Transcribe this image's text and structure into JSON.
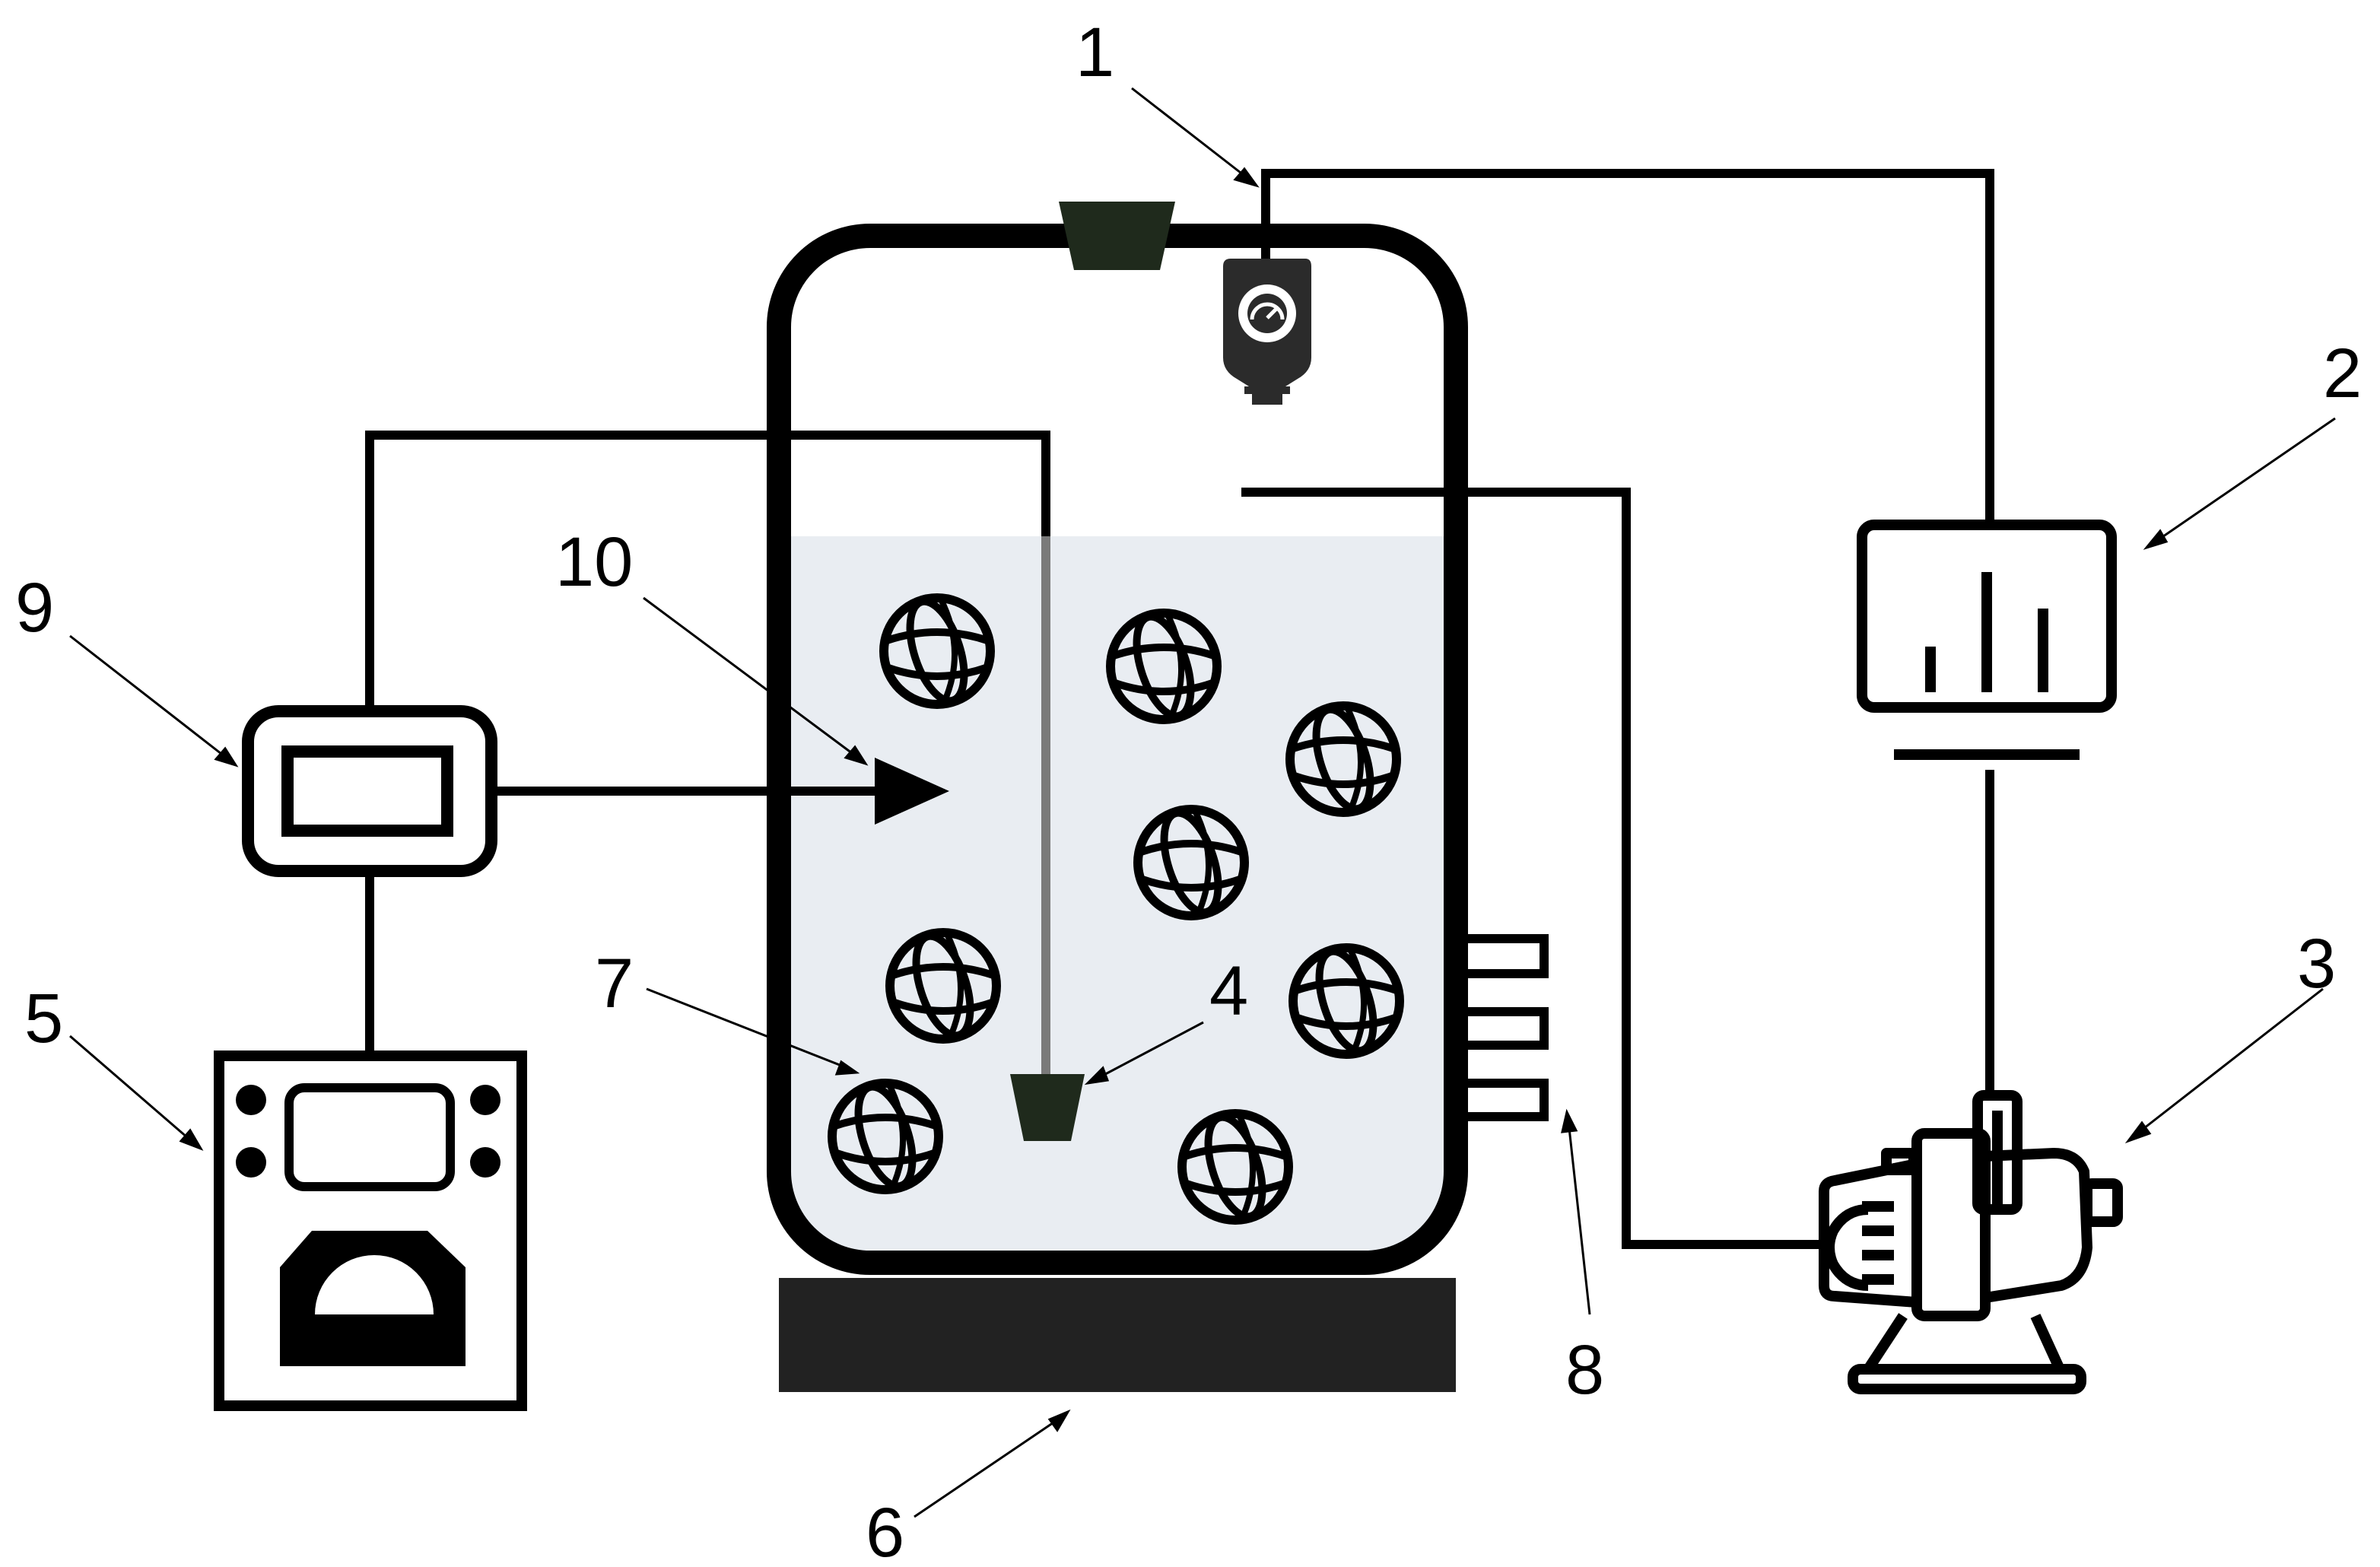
{
  "colors": {
    "line": "#000000",
    "liquid": "#e9edf2",
    "stopper": "#1f2a1c",
    "base": "#222222",
    "sensor": "#2b2b2b",
    "background": "#ffffff"
  },
  "labels": {
    "l1": "1",
    "l2": "2",
    "l3": "3",
    "l4": "4",
    "l5": "5",
    "l6": "6",
    "l7": "7",
    "l8": "8",
    "l9": "9",
    "l10": "10"
  },
  "components": {
    "reactor": "reactor-vessel",
    "sensor_icon": "gauge-icon",
    "monitor_icon": "bar-chart-monitor-icon",
    "pump_icon": "motor-pump-icon",
    "meter_icon": "analog-meter-icon",
    "sphere_icon": "globe-sphere-icon"
  }
}
